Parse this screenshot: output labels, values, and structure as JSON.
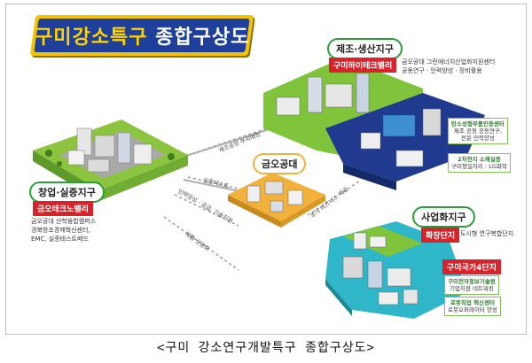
{
  "title": {
    "part1": "구미강소특구",
    "part2": "종합구상도"
  },
  "zones": {
    "manufacturing": {
      "label": "제조·생산지구",
      "tag": "구미하이테크밸리",
      "desc": [
        "금오공대 그린에너지산업화지원센터",
        "공동연구 · 인력양성 · 장비활용"
      ]
    },
    "startup": {
      "label": "창업·실증지구",
      "tag": "금오테크노밸리",
      "desc": [
        "금오공대 산학융합캠퍼스",
        "경북창조경제혁신센터,",
        "EMC, 실증테스트베드"
      ]
    },
    "university": {
      "label": "금오공대"
    },
    "commercialization": {
      "label": "사업화지구",
      "tag1": "확장단지",
      "tag1_desc": "도시형 연구복합단지",
      "tag2": "구미국가4단지"
    }
  },
  "boxes": {
    "carbon": {
      "title": "탄소성형부품인증센터",
      "lines": [
        "제조 공정 공동연구,",
        "전문 인력양성"
      ]
    },
    "battery": {
      "title": "2차전지 소재실증",
      "lines": [
        "구미형일자리 : LG화학"
      ]
    },
    "electronic": {
      "title": "구미전자정보기술원",
      "lines": [
        "기업지원 네트워킹"
      ]
    },
    "robot": {
      "title": "로봇직업 혁신센터",
      "lines": [
        "로봇오퍼레이터 양성"
      ]
    }
  },
  "routes": {
    "r1": "제조공정 부지매칭",
    "r2": "실증테스트",
    "r3": "인력양성 · 공급, 기술지원",
    "r4": "제품 상용화",
    "r5": "추가 비즈니스 제공"
  },
  "caption": "<구미 강소연구개발특구 종합구상도>",
  "colors": {
    "banner_bg": "#1e3f9a",
    "banner_border": "#f2c300",
    "zone_green": "#2a9d3c",
    "tag_red": "#d8232a",
    "manufacturing_blue": "#1f3a8f",
    "commercial_teal": "#2fb7c9",
    "university_orange": "#f2b13a"
  }
}
